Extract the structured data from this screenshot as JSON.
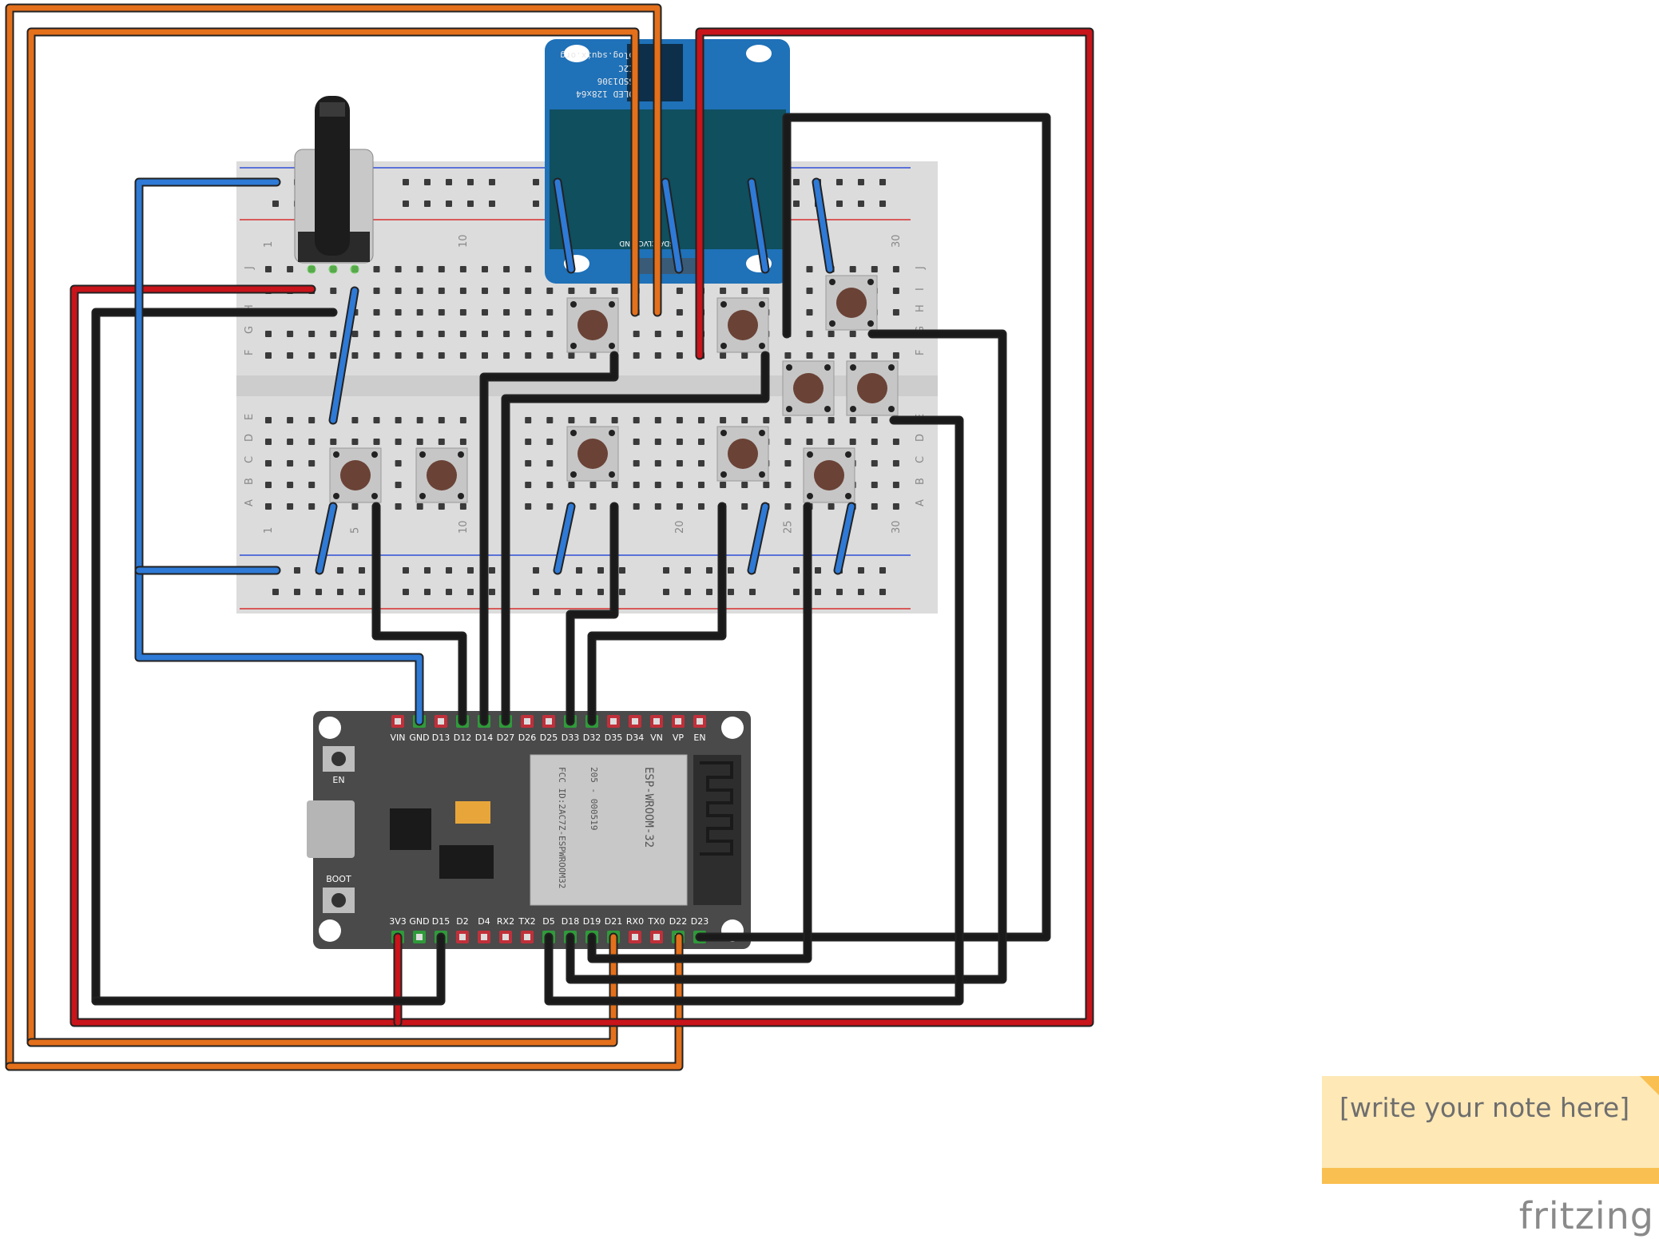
{
  "note": {
    "text": "[write your note here]"
  },
  "watermark": {
    "text": "fritzing"
  },
  "breadboard": {
    "row_letters_top": [
      "J",
      "I",
      "H",
      "G",
      "F"
    ],
    "row_letters_bottom": [
      "E",
      "D",
      "C",
      "B",
      "A"
    ],
    "column_numbers": [
      "1",
      "5",
      "10",
      "20",
      "25",
      "30"
    ]
  },
  "oled": {
    "lines": [
      "OLED 128x64",
      "SSD1306",
      "I2C",
      "blog.squix.org"
    ],
    "pins": [
      "GND",
      "VCC",
      "SCL",
      "SDA"
    ]
  },
  "esp32": {
    "top_pins": [
      "VIN",
      "GND",
      "D13",
      "D12",
      "D14",
      "D27",
      "D26",
      "D25",
      "D33",
      "D32",
      "D35",
      "D34",
      "VN",
      "VP",
      "EN"
    ],
    "bottom_pins": [
      "3V3",
      "GND",
      "D15",
      "D2",
      "D4",
      "RX2",
      "TX2",
      "D5",
      "D18",
      "D19",
      "D21",
      "RX0",
      "TX0",
      "D22",
      "D23"
    ],
    "buttons": [
      "EN",
      "BOOT"
    ],
    "module_text": [
      "ESP-WROOM-32",
      "FCC ID:2AC7Z-ESPWROOM32",
      "205 - 000519"
    ]
  },
  "colors": {
    "red": "#c8141a",
    "orange": "#e4701b",
    "blue": "#2e7ad6",
    "black": "#1a1a1a"
  }
}
